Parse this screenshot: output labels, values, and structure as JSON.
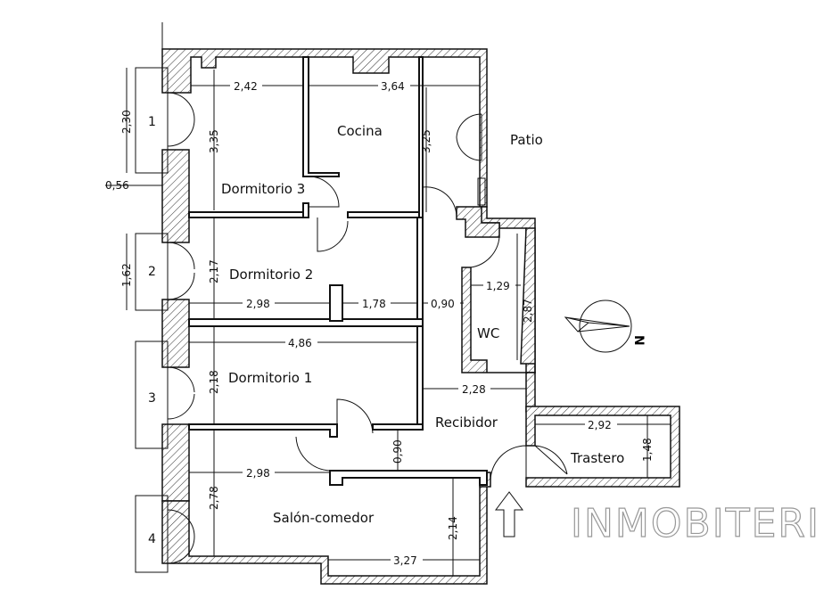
{
  "rooms": {
    "cocina": "Cocina",
    "patio": "Patio",
    "dormitorio3": "Dormitorio 3",
    "dormitorio2": "Dormitorio 2",
    "dormitorio1": "Dormitorio 1",
    "wc": "WC",
    "recibidor": "Recibidor",
    "trastero": "Trastero",
    "salon": "Salón-comedor"
  },
  "dimensions": {
    "d3_width": "2,42",
    "cocina_width": "3,64",
    "d3_depth": "3,35",
    "cocina_depth": "3,25",
    "window1_height": "2,30",
    "pier_width": "0,56",
    "window2_height": "1,62",
    "d2_depth": "2,17",
    "d2_width": "2,98",
    "closet_width": "1,78",
    "hall_width": "0,90",
    "wc_width": "1,29",
    "wc_depth": "2,87",
    "d1_width": "4,86",
    "d1_depth": "2,18",
    "recibidor_width": "2,28",
    "trastero_width": "2,92",
    "trastero_depth": "1,48",
    "passage_width": "0,90",
    "salon_width": "2,98",
    "salon_depth": "2,78",
    "salon_recess_depth": "2,14",
    "salon_bottom_width": "3,27"
  },
  "windows": [
    "1",
    "2",
    "3",
    "4"
  ],
  "compass": {
    "north_label": "N"
  },
  "brand": {
    "name": "INMOBITERI"
  }
}
